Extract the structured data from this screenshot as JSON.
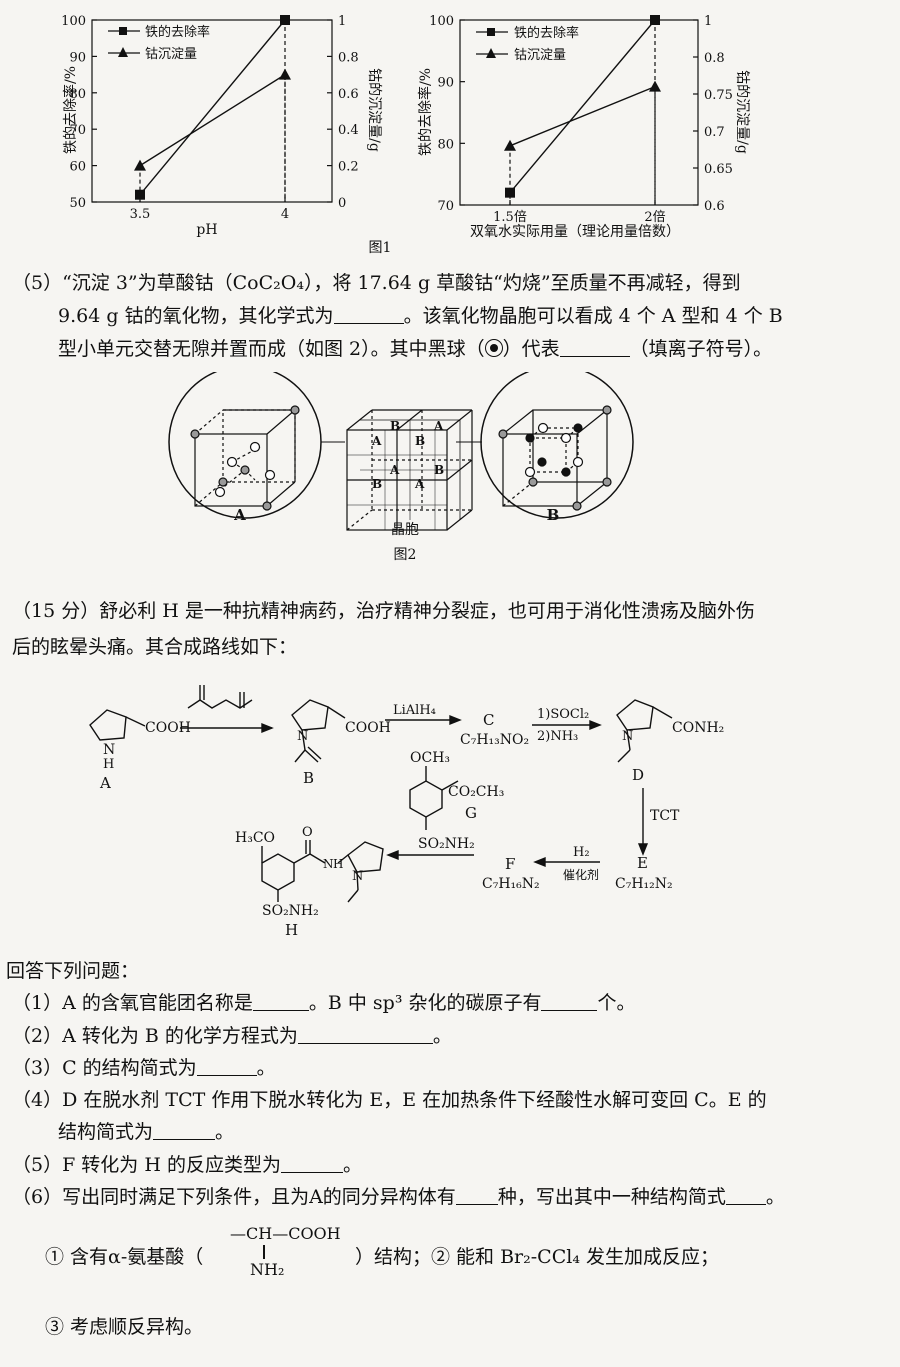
{
  "chart_data": [
    {
      "type": "line",
      "title": "",
      "xlabel": "pH",
      "ylabel": "铁的去除率/%",
      "ylabel_right": "钴的沉淀量/g",
      "categories": [
        "3.5",
        "4"
      ],
      "ylim": [
        50,
        100
      ],
      "yticks": [
        "50",
        "60",
        "70",
        "80",
        "90",
        "100"
      ],
      "ylim_right": [
        0,
        1
      ],
      "yticks_right": [
        "0",
        "0.2",
        "0.4",
        "0.6",
        "0.8",
        "1"
      ],
      "legend_position": "top-left",
      "series": [
        {
          "name": "铁的去除率",
          "marker": "square",
          "axis": "left",
          "values": [
            52,
            100
          ]
        },
        {
          "name": "钴沉淀量",
          "marker": "triangle",
          "axis": "right",
          "values": [
            0.2,
            0.7
          ]
        }
      ]
    },
    {
      "type": "line",
      "title": "",
      "xlabel": "双氧水实际用量（理论用量倍数）",
      "ylabel": "铁的去除率/%",
      "ylabel_right": "钴的沉淀量/g",
      "categories": [
        "1.5倍",
        "2倍"
      ],
      "ylim": [
        70,
        100
      ],
      "yticks": [
        "70",
        "80",
        "90",
        "100"
      ],
      "ylim_right": [
        0.6,
        1
      ],
      "yticks_right": [
        "0.6",
        "0.65",
        "0.7",
        "0.75",
        "0.8",
        "1"
      ],
      "legend_position": "top-left",
      "series": [
        {
          "name": "铁的去除率",
          "marker": "square",
          "axis": "left",
          "values": [
            72,
            100
          ]
        },
        {
          "name": "钴沉淀量",
          "marker": "triangle",
          "axis": "right",
          "values": [
            0.68,
            0.76
          ]
        }
      ]
    }
  ],
  "figure1": {
    "caption": "图1"
  },
  "q5": {
    "line1": "（5）“沉淀 3”为草酸钴（CoC₂O₄），将 17.64 g 草酸钴“灼烧”至质量不再减轻，得到",
    "line2a": "9.64 g 钴的氧化物，其化学式为",
    "line2b": "。该氧化物晶胞可以看成 4 个 A 型和 4 个 B",
    "line3a": "型小单元交替无隙并置而成（如图 2）。其中黑球（",
    "line3b": "）代表",
    "line3c": "（填离子符号）。"
  },
  "figure2": {
    "label_a": "A",
    "label_b": "B",
    "label_cell": "晶胞",
    "caption": "图2",
    "grid_labels": [
      "A",
      "B",
      "B",
      "A",
      "B",
      "A",
      "A",
      "B"
    ]
  },
  "intro": {
    "line1": "（15 分）舒必利 H 是一种抗精神病药，治疗精神分裂症，也可用于消化性溃疡及脑外伤",
    "line2": "后的眩晕头痛。其合成路线如下："
  },
  "scheme": {
    "cooh": "COOH",
    "nh": "N",
    "h": "H",
    "label_a": "A",
    "label_b": "B",
    "reagent_lialh4": "LiAlH₄",
    "c_label": "C",
    "c_formula": "C₇H₁₃NO₂",
    "reagent_socl2": "1)SOCl₂",
    "reagent_nh3": "2)NH₃",
    "conh2": "CONH₂",
    "label_d": "D",
    "tct": "TCT",
    "e_label": "E",
    "e_formula": "C₇H₁₂N₂",
    "h2": "H₂",
    "catalyst": "催化剂",
    "f_label": "F",
    "f_formula": "C₇H₁₆N₂",
    "g_och3": "OCH₃",
    "g_co2ch3": "CO₂CH₃",
    "g_label": "G",
    "so2nh2": "SO₂NH₂",
    "h_h3co": "H₃CO",
    "h_o": "O",
    "label_h": "H"
  },
  "questions": {
    "header": "回答下列问题：",
    "q1a": "（1）A 的含氧官能团名称是",
    "q1b": "。B 中 sp³ 杂化的碳原子有",
    "q1c": "个。",
    "q2a": "（2）A 转化为 B 的化学方程式为",
    "q2b": "。",
    "q3a": "（3）C 的结构简式为",
    "q3b": "。",
    "q4a": "（4）D 在脱水剂 TCT 作用下脱水转化为 E，E 在加热条件下经酸性水解可变回 C。E 的",
    "q4b": "结构简式为",
    "q4c": "。",
    "q5a": "（5）F 转化为 H 的反应类型为",
    "q5b": "。",
    "q6a": "（6）写出同时满足下列条件，且为A的同分异构体有",
    "q6b": "种，写出其中一种结构简式",
    "q6c": "。",
    "c1a": "① 含有α-氨基酸（",
    "c1_ch": "—CH—COOH",
    "c1_nh2": "NH₂",
    "c1b": "）结构；② 能和 Br₂-CCl₄ 发生加成反应；",
    "c3": "③ 考虑顺反异构。"
  }
}
